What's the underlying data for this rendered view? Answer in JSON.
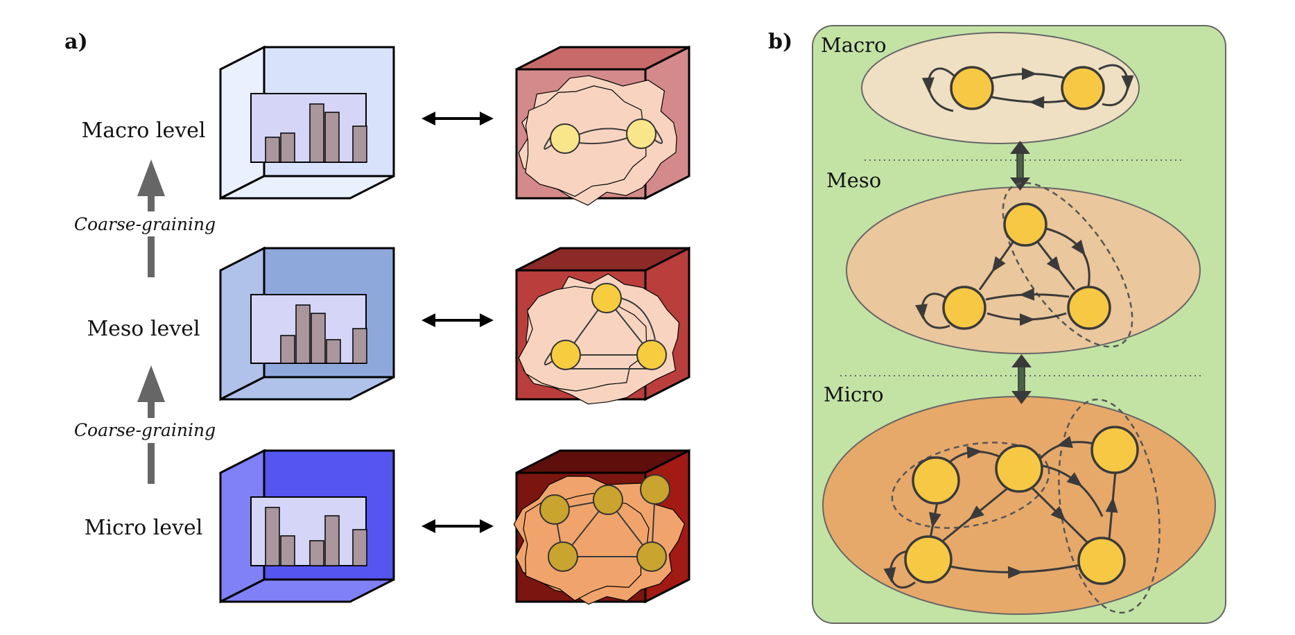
{
  "panel_a": {
    "label": "a)",
    "levels": [
      {
        "label": "Macro level",
        "model_tint": "#d8e2fb",
        "model_side": "#eaf0fd",
        "system_front": "#d48a8a",
        "system_top": "#c86a6a",
        "system_side": "#d48a8a",
        "node_color": "#fae68a"
      },
      {
        "label": "Meso level",
        "model_tint": "#8fa8dc",
        "model_side": "#b0c2ea",
        "system_front": "#ba3e3c",
        "system_top": "#8c2a28",
        "system_side": "#ba3e3c",
        "node_color": "#f7cc3e"
      },
      {
        "label": "Micro level",
        "model_tint": "#5555f2",
        "model_side": "#8080f7",
        "system_front": "#7a1510",
        "system_top": "#5e0f0b",
        "system_side": "#a21a14",
        "node_color": "#c9a42e"
      }
    ],
    "arrows": [
      {
        "label": "Coarse-graining"
      },
      {
        "label": "Coarse-graining"
      }
    ]
  },
  "panel_b": {
    "label": "b)",
    "background": "#c3e3a5",
    "levels": [
      {
        "label": "Macro",
        "ellipse_fill": "#efe0c3"
      },
      {
        "label": "Meso",
        "ellipse_fill": "#eac79c"
      },
      {
        "label": "Micro",
        "ellipse_fill": "#e6a96a"
      }
    ],
    "node_color": "#f6c843"
  },
  "colors": {
    "histogram_panel": "#d5d5f8",
    "histogram_bar": "#a9979d",
    "blob_fill": "#f8d4c0",
    "micro_blob_fill": "#f0a46c",
    "cg_arrow": "#666666",
    "vert_arrow": "#4c6346"
  }
}
